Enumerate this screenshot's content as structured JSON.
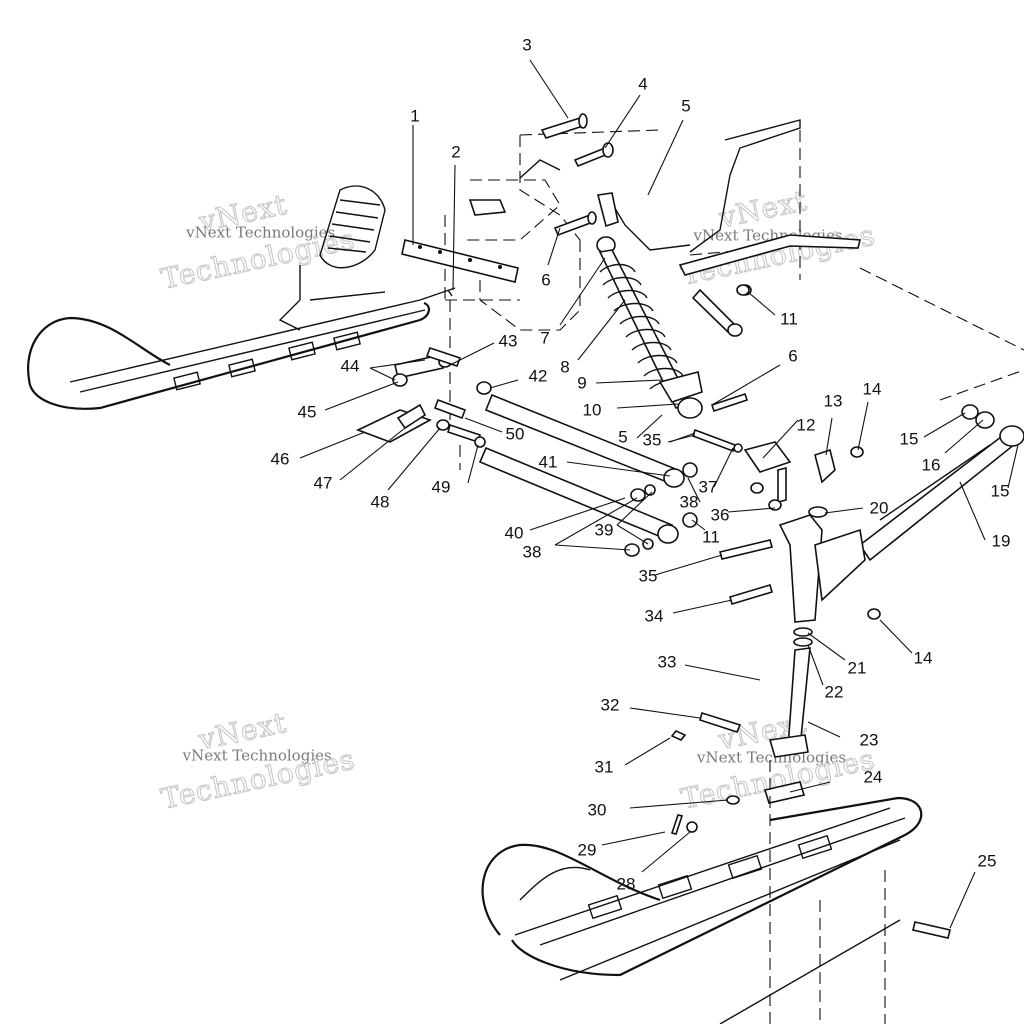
{
  "callouts": [
    "1",
    "2",
    "3",
    "4",
    "5",
    "6",
    "7",
    "8",
    "9",
    "10",
    "11",
    "12",
    "13",
    "14",
    "15",
    "16",
    "19",
    "20",
    "21",
    "22",
    "23",
    "24",
    "25",
    "28",
    "29",
    "30",
    "31",
    "32",
    "33",
    "34",
    "35",
    "36",
    "37",
    "38",
    "39",
    "40",
    "41",
    "42",
    "43",
    "44",
    "45",
    "46",
    "47",
    "48",
    "49",
    "50"
  ],
  "watermark": {
    "brand": "vNext",
    "company": "vNext Technologies",
    "word": "Technologies"
  }
}
